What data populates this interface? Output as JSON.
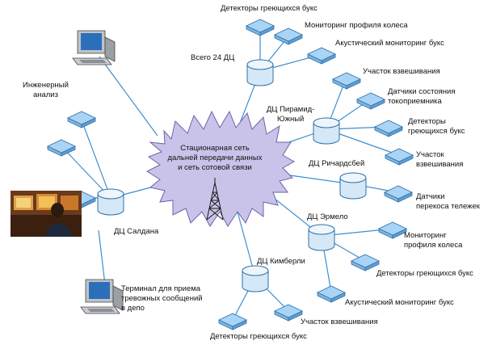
{
  "hub": {
    "lines": [
      "Стационарная сеть",
      "дальней передачи данных",
      "и сеть сотовой связи"
    ],
    "icon": "radio-tower-icon"
  },
  "nodes": {
    "vsego": "Всего 24 ДЦ",
    "piramid": [
      "ДЦ Пирамид-",
      "Южный"
    ],
    "richards": "ДЦ Ричардсбей",
    "ermelo": "ДЦ Эрмело",
    "kimberli": "ДЦ Кимберли",
    "saldana": "ДЦ Салдана"
  },
  "labels": {
    "vsego_detectors": "Детекторы греющихся букс",
    "vsego_monitoring": "Мониторинг профиля колеса",
    "vsego_acoustic": "Акустический мониторинг букс",
    "pir_weighing": "Участок взвешивания",
    "pir_sensors": [
      "Датчики состояния",
      "токоприемника"
    ],
    "pir_detectors": [
      "Детекторы",
      "греющихся букс"
    ],
    "pir_weighing2": [
      "Участок",
      "взвешивания"
    ],
    "rich_skew": [
      "Датчики",
      "перекоса тележек"
    ],
    "erm_monitoring": [
      "Мониторинг",
      "профиля колеса"
    ],
    "erm_detectors": "Детекторы греющихся букс",
    "erm_acoustic": "Акустический мониторинг букс",
    "kim_weighing": "Участок взвешивания",
    "kim_detectors": "Детекторы греющихся букс",
    "engineering": [
      "Инженерный",
      "анализ"
    ],
    "terminal": [
      "Терминал для приема",
      "тревожных сообщений",
      "в депо"
    ]
  },
  "colors": {
    "line": "#3d8fd1",
    "device_fill": "#a9d4f5",
    "device_stroke": "#2f6fa8",
    "cloud_fill": "#c9c3ea",
    "cloud_stroke": "#6c63a8",
    "node_fill": "#d5e8f7"
  }
}
